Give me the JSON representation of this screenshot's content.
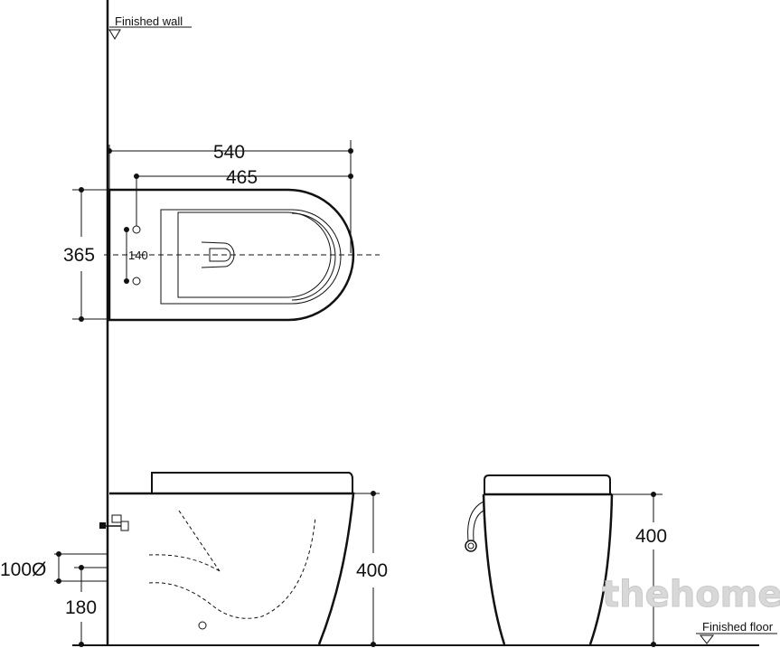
{
  "labels": {
    "finished_wall": "Finished wall",
    "finished_floor": "Finished floor"
  },
  "top_view": {
    "length": "540",
    "length_inner": "465",
    "width": "365",
    "fixing_spacing": "140"
  },
  "side_view": {
    "height": "400",
    "inlet_diameter": "100Ø",
    "inlet_height": "180"
  },
  "front_view": {
    "height": "400"
  },
  "watermark": "thehome"
}
